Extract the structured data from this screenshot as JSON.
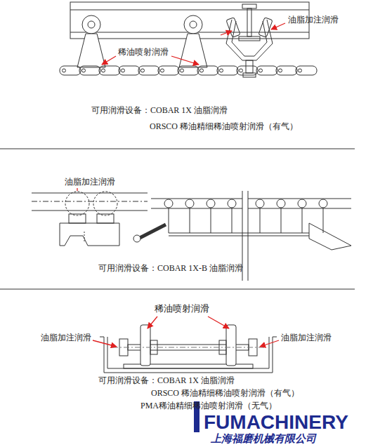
{
  "diagram": {
    "labels": [
      "油脂加注润滑",
      "稀油喷射润滑",
      "可用润滑设备：COBAR 1X 油脂润滑",
      "ORSCO 稀油精细稀油喷射润滑（有气）",
      "油脂加注润滑",
      "可用润滑设备：COBAR 1X-B 油脂润滑",
      "稀油喷射润滑",
      "油脂加注润滑",
      "油脂加注润滑",
      "可用润滑设备：COBAR 1X 油脂润滑",
      "ORSCO 稀油精细稀油喷射润滑（有气）",
      "PMA稀油精细稀油喷射润滑（无气）",
      "FUMACHINERY",
      "上海福磨机械有限公司"
    ]
  }
}
